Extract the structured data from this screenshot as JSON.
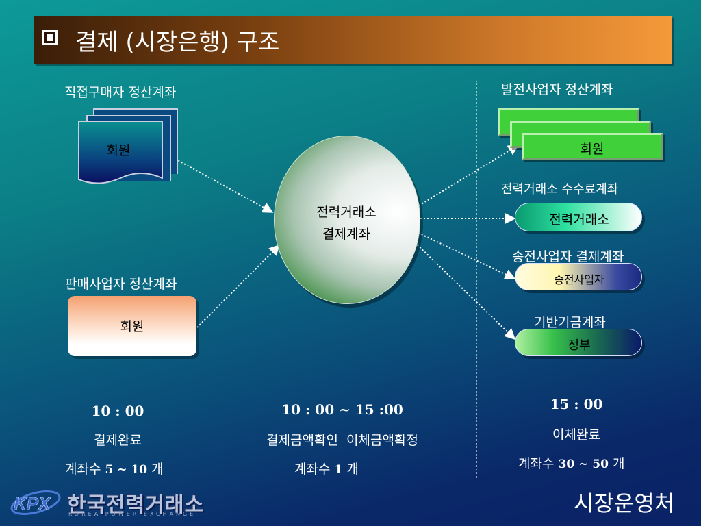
{
  "title": "결제 (시장은행) 구조",
  "left": {
    "direct_buyer_label": "직접구매자 정산계좌",
    "direct_buyer_box": "회원",
    "seller_label": "판매사업자 정산계좌",
    "seller_box": "회원",
    "time": "10 : 00",
    "status": "결제완료",
    "accounts_prefix": "계좌수",
    "accounts_range": "5 ~ 10",
    "accounts_unit": "개"
  },
  "center": {
    "ellipse_line1": "전력거래소",
    "ellipse_line2": "결제계좌",
    "time": "10 : 00 ~ 15 :00",
    "status": "결제금액확인  이체금액확정",
    "accounts_prefix": "계좌수",
    "accounts_range": "1",
    "accounts_unit": "개"
  },
  "right": {
    "generator_label": "발전사업자 정산계좌",
    "generator_box": "회원",
    "fee_label": "전력거래소 수수료계좌",
    "fee_box": "전력거래소",
    "transmission_label": "송전사업자 결제계좌",
    "transmission_box": "송전사업자",
    "fund_label": "기반기금계좌",
    "fund_box": "정부",
    "time": "15 : 00",
    "status": "이체완료",
    "accounts_prefix": "계좌수",
    "accounts_range": "30 ~ 50",
    "accounts_unit": "개"
  },
  "footer": {
    "logo_text": "KPX",
    "org_name": "한국전력거래소",
    "org_name_en": "KOREA POWER EXCHANGE",
    "department": "시장운영처"
  },
  "colors": {
    "title_bar_start": "#3a1e08",
    "title_bar_end": "#f59a3a",
    "generator_box": "#3fd03a",
    "fee_box": "#2ee0a0",
    "transmission_box": "#fff6b0",
    "fund_box": "#37c04a"
  }
}
